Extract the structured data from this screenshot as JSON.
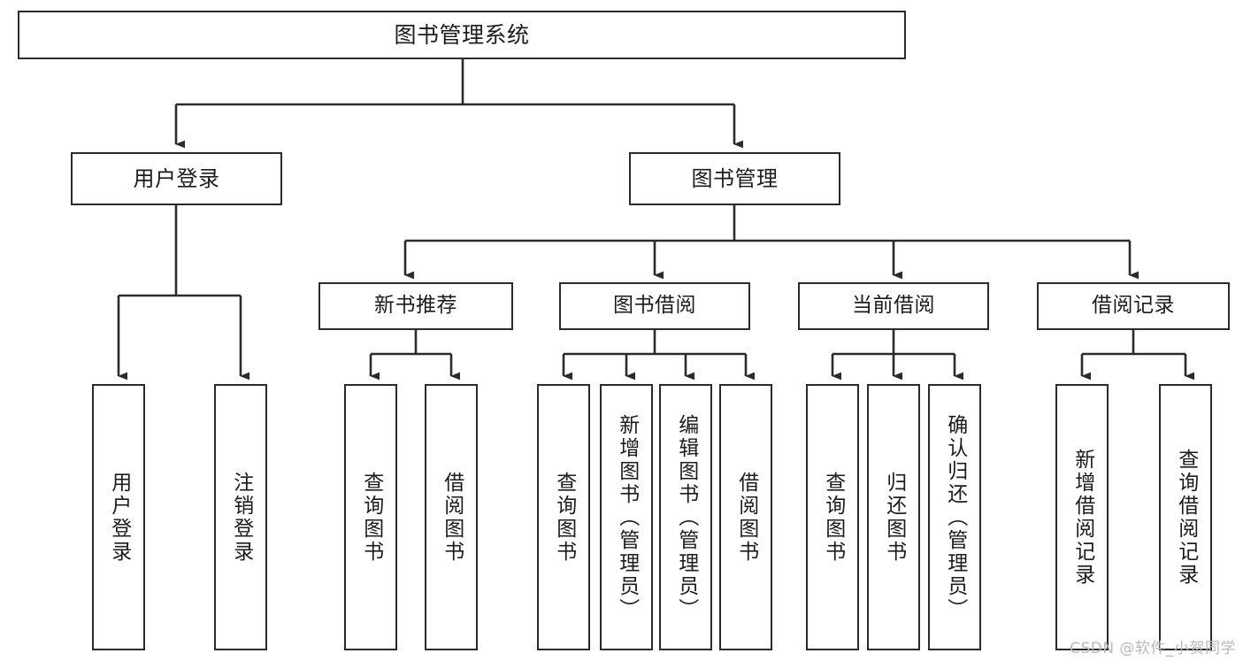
{
  "diagram": {
    "title": "图书管理系统",
    "type": "tree-hierarchy",
    "watermark": "CSDN @软件_小贺同学",
    "colors": {
      "border": "#2b2b2b",
      "background": "#ffffff",
      "text": "#1c1c1c",
      "connector": "#2b2b2b",
      "watermark": "#b9b9b9"
    },
    "root": {
      "label": "图书管理系统"
    },
    "level1": [
      {
        "label": "用户登录"
      },
      {
        "label": "图书管理"
      }
    ],
    "level2": [
      {
        "label": "新书推荐"
      },
      {
        "label": "图书借阅"
      },
      {
        "label": "当前借阅"
      },
      {
        "label": "借阅记录"
      }
    ],
    "leaves": {
      "user_login": [
        {
          "label": "用户登录"
        },
        {
          "label": "注销登录"
        }
      ],
      "new_book_recommend": [
        {
          "label": "查询图书"
        },
        {
          "label": "借阅图书"
        }
      ],
      "book_borrow": [
        {
          "label": "查询图书"
        },
        {
          "label": "新增图书（管理员）"
        },
        {
          "label": "编辑图书（管理员）"
        },
        {
          "label": "借阅图书"
        }
      ],
      "current_borrow": [
        {
          "label": "查询图书"
        },
        {
          "label": "归还图书"
        },
        {
          "label": "确认归还（管理员）"
        }
      ],
      "borrow_record": [
        {
          "label": "新增借阅记录"
        },
        {
          "label": "查询借阅记录"
        }
      ]
    }
  }
}
